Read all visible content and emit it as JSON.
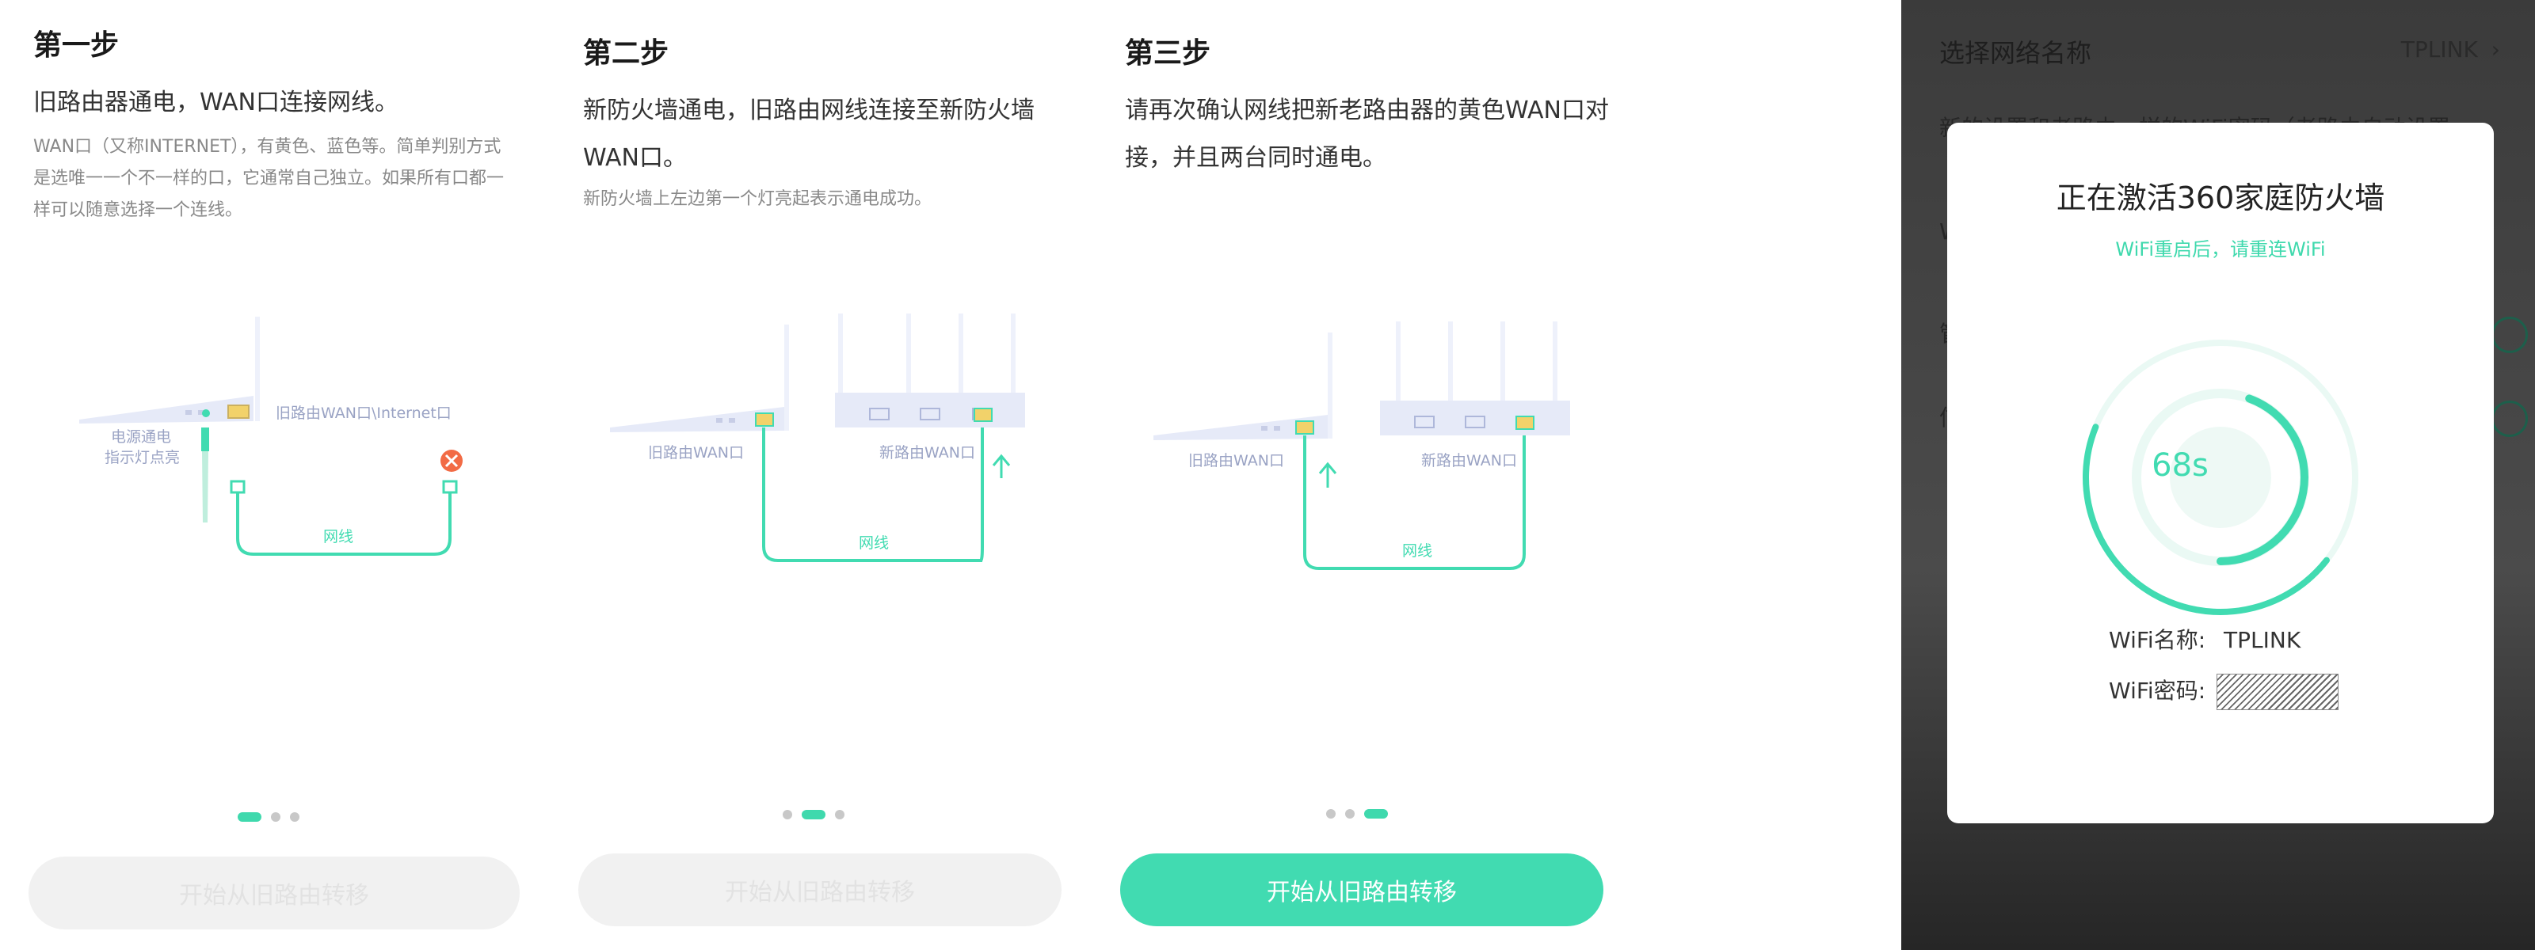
{
  "steps": [
    {
      "title": "第一步",
      "desc": "旧路由器通电，WAN口连接网线。",
      "note_lines": [
        "WAN口（又称INTERNET），有黄色、蓝色等。简单判别方式",
        "是选唯一一个不一样的口，它通常自己独立。如果所有口都一",
        "样可以随意选择一个连线。"
      ],
      "labels": {
        "power_1": "电源通电",
        "power_2": "指示灯点亮",
        "wan": "旧路由WAN口\\Internet口",
        "cable": "网线"
      },
      "button": "开始从旧路由转移"
    },
    {
      "title": "第二步",
      "desc_lines": [
        "新防火墙通电，旧路由网线连接至新防火墙",
        "WAN口。"
      ],
      "note": "新防火墙上左边第一个灯亮起表示通电成功。",
      "labels": {
        "old_wan": "旧路由WAN口",
        "new_wan": "新路由WAN口",
        "cable": "网线"
      },
      "button": "开始从旧路由转移"
    },
    {
      "title": "第三步",
      "desc_lines": [
        "请再次确认网线把新老路由器的黄色WAN口对",
        "接，并且两台同时通电。"
      ],
      "labels": {
        "old_wan": "旧路由WAN口",
        "new_wan": "新路由WAN口",
        "cable": "网线"
      },
      "button": "开始从旧路由转移"
    }
  ],
  "pagination": {
    "total": 3
  },
  "phone": {
    "background": {
      "title": "选择网络名称",
      "value": "TPLINK",
      "partial_text": "新的设置和老路由一样的WiFi密码（老路由自动设置",
      "row_letters": [
        "W",
        "管",
        "信"
      ]
    },
    "modal": {
      "title": "正在激活360家庭防火墙",
      "subtitle": "WiFi重启后，请重连WiFi",
      "countdown": "68s",
      "wifi_name_label": "WiFi名称:",
      "wifi_name_value": "TPLINK",
      "wifi_password_label": "WiFi密码:"
    }
  },
  "colors": {
    "accent": "#41dbb1",
    "router": "#e6eaf8",
    "port_yellow": "#f2d26a",
    "error": "#f26b45"
  }
}
